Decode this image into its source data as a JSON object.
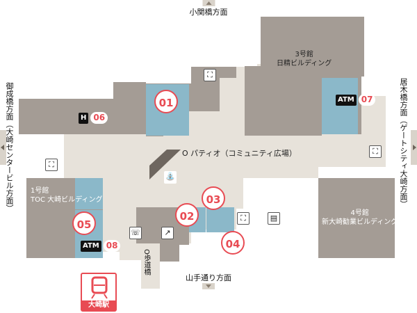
{
  "directions": {
    "top": "小関橋方面",
    "bottom": "山手通り方面",
    "left": "御成橋方面（大崎センタービル方面）",
    "right": "居木橋方面（ゲートシティ大崎方面）"
  },
  "buildings": {
    "bldg3_name": "3号館",
    "bldg3_sub": "日精ビルディング",
    "bldg1_name": "1号館",
    "bldg1_sub": "TOC 大崎ビルディング",
    "bldg4_name": "4号館",
    "bldg4_sub": "新大崎勧業ビルディング"
  },
  "areas": {
    "patio": "O パティオ（コミュニティ広場）",
    "walkway": "O歩道橋"
  },
  "markers": [
    "01",
    "02",
    "03",
    "04",
    "05",
    "06",
    "07",
    "08"
  ],
  "facilities": {
    "hotel_letter": "H",
    "atm_label": "ATM"
  },
  "station": "大崎駅",
  "colors": {
    "building": "#a49c95",
    "floor": "#e7e2da",
    "blue": "#8bb8c9",
    "marker": "#e84b53"
  }
}
